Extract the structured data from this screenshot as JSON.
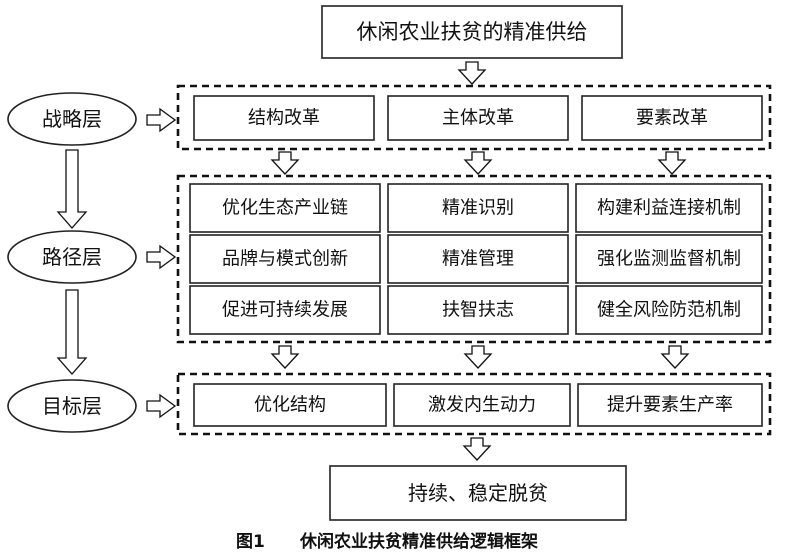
{
  "top": {
    "label": "休闲农业扶贫的精准供给"
  },
  "layers": {
    "strategy": {
      "label": "战略层",
      "items": [
        "结构改革",
        "主体改革",
        "要素改革"
      ]
    },
    "path": {
      "label": "路径层",
      "columns": [
        [
          "优化生态产业链",
          "品牌与模式创新",
          "促进可持续发展"
        ],
        [
          "精准识别",
          "精准管理",
          "扶智扶志"
        ],
        [
          "构建利益连接机制",
          "强化监测监督机制",
          "健全风险防范机制"
        ]
      ]
    },
    "goal": {
      "label": "目标层",
      "items": [
        "优化结构",
        "激发内生动力",
        "提升要素生产率"
      ]
    }
  },
  "bottom": {
    "label": "持续、稳定脱贫"
  },
  "caption": {
    "number": "图1",
    "title": "休闲农业扶贫精准供给逻辑框架"
  }
}
